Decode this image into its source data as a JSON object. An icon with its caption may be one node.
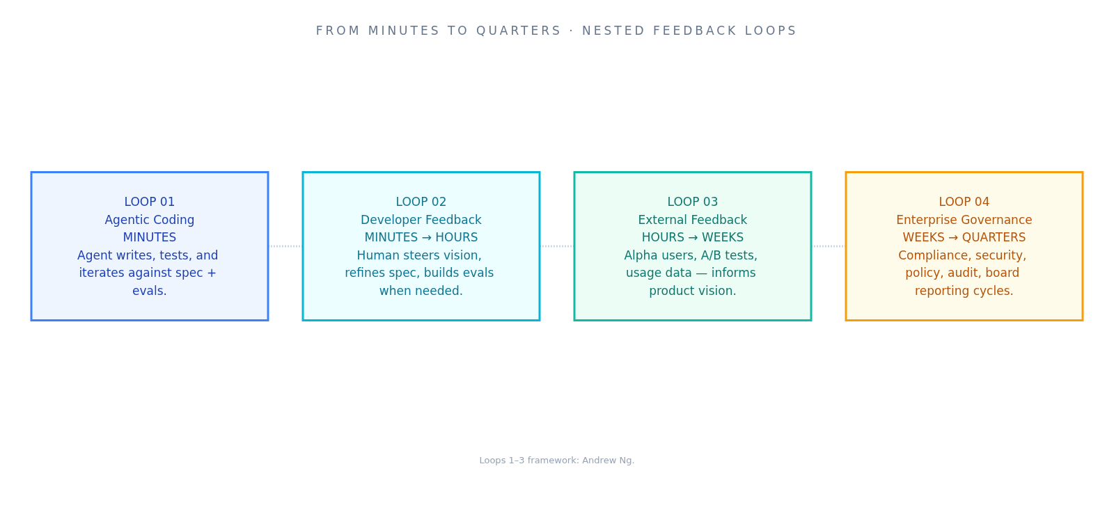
{
  "diagram": {
    "title": "FROM MINUTES TO QUARTERS · NESTED FEEDBACK LOOPS",
    "nodes": [
      {
        "text": [
          "LOOP 01",
          "Agentic Coding",
          "MINUTES",
          "Agent writes, tests, and iterates against spec + evals."
        ]
      },
      {
        "text": [
          "LOOP 02",
          "Developer Feedback",
          "MINUTES → HOURS",
          "Human steers vision, refines spec, builds evals when needed."
        ]
      },
      {
        "text": [
          "LOOP 03",
          "External Feedback",
          "HOURS → WEEKS",
          "Alpha users, A/B tests, usage data — informs product vision."
        ]
      },
      {
        "text": [
          "LOOP 04",
          "Enterprise Governance",
          "WEEKS → QUARTERS",
          "Compliance, security, policy, audit, board reporting cycles."
        ]
      }
    ],
    "edges": [
      {
        "from": 0,
        "to": 1,
        "arrow": "none",
        "style": "dashed"
      },
      {
        "from": 1,
        "to": 2,
        "arrow": "none",
        "style": "dashed"
      },
      {
        "from": 2,
        "to": 3,
        "arrow": "none",
        "style": "dashed"
      }
    ],
    "caption": "Loops 1–3 framework: Andrew Ng."
  }
}
